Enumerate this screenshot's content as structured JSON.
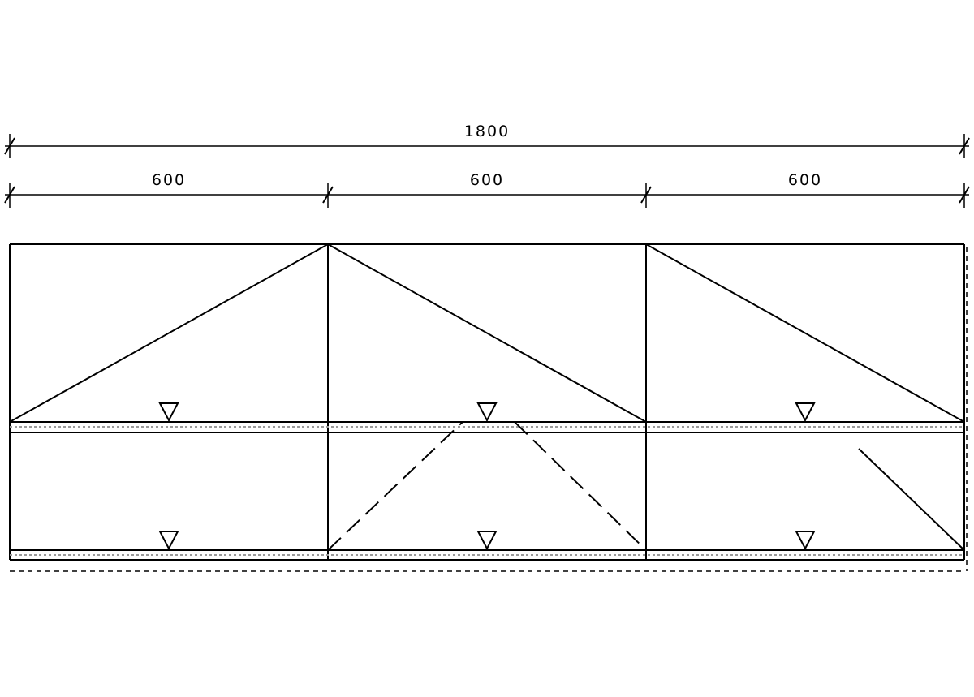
{
  "dimensions": {
    "total": "1800",
    "segments": [
      "600",
      "600",
      "600"
    ]
  }
}
